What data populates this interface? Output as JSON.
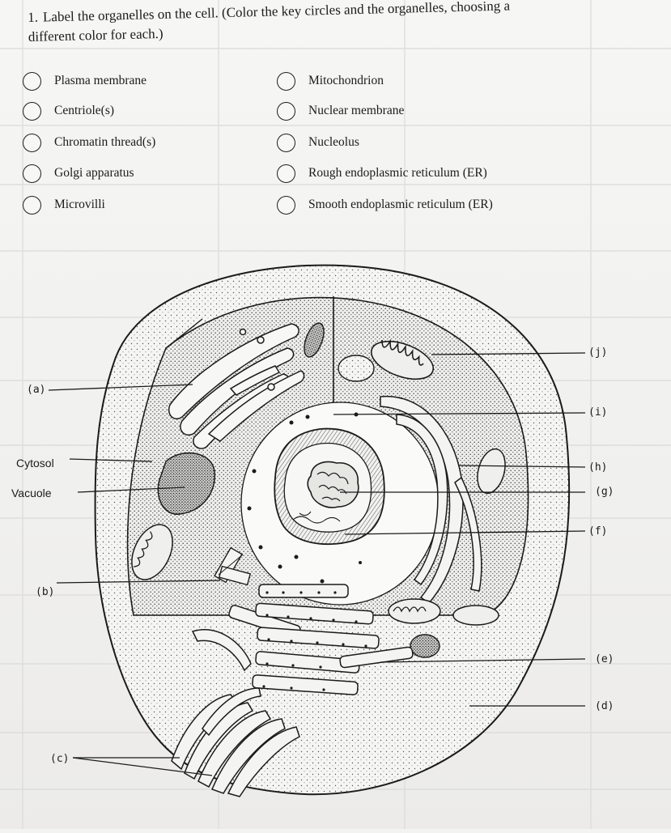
{
  "instructions": {
    "number": "1.",
    "line1": "Label the organelles on the cell. (Color the key circles and the organelles, choosing a",
    "line2": "different color for each.)"
  },
  "key": {
    "left": [
      "Plasma membrane",
      "Centriole(s)",
      "Chromatin thread(s)",
      "Golgi apparatus",
      "Microvilli"
    ],
    "right": [
      "Mitochondrion",
      "Nuclear membrane",
      "Nucleolus",
      "Rough endoplasmic reticulum (ER)",
      "Smooth endoplasmic reticulum (ER)"
    ]
  },
  "labels": {
    "a": "(a)",
    "b": "(b)",
    "c": "(c)",
    "d": "(d)",
    "e": "(e)",
    "f": "(f)",
    "g": "(g)",
    "h": "(h)",
    "i": "(i)",
    "j": "(j)",
    "cytosol": "Cytosol",
    "vacuole": "Vacuole"
  }
}
